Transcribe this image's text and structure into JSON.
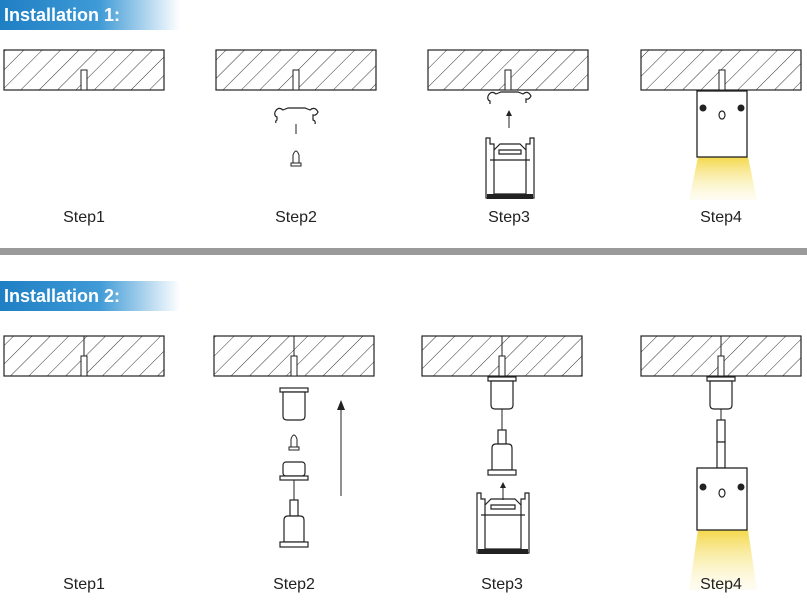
{
  "sections": [
    {
      "title": "Installation 1:",
      "steps": [
        "Step1",
        "Step2",
        "Step3",
        "Step4"
      ]
    },
    {
      "title": "Installation 2:",
      "steps": [
        "Step1",
        "Step2",
        "Step3",
        "Step4"
      ]
    }
  ],
  "colors": {
    "title_bar": "#2a88cc",
    "divider": "#9a9a9a",
    "light_glow": "#f7e27a",
    "line": "#222222"
  }
}
